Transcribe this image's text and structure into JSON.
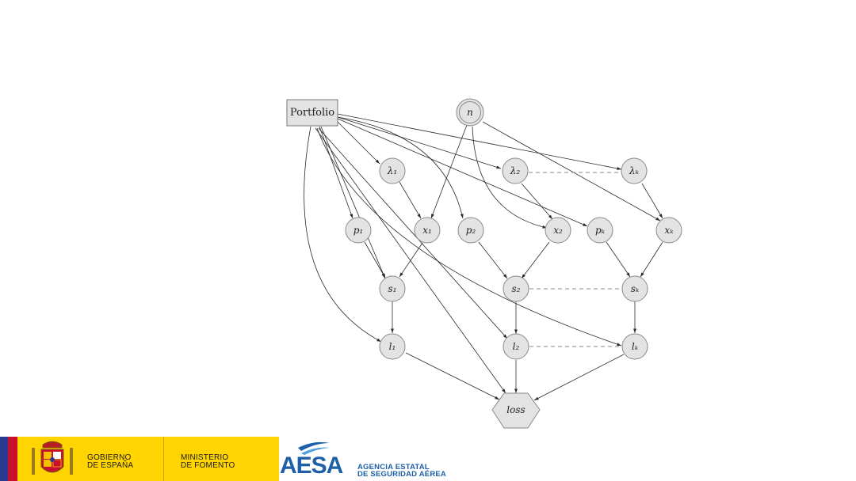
{
  "diagram": {
    "nodes": {
      "portfolio": "Portfolio",
      "n": "n",
      "lambda1": "λ₁",
      "lambda2": "λ₂",
      "lambdak": "λₖ",
      "p1": "p₁",
      "x1": "x₁",
      "p2": "p₂",
      "x2": "x₂",
      "pk": "pₖ",
      "xk": "xₖ",
      "s1": "s₁",
      "s2": "s₂",
      "sk": "sₖ",
      "l1": "l₁",
      "l2": "l₂",
      "lk": "lₖ",
      "loss": "loss"
    }
  },
  "footer": {
    "gov_line1": "GOBIERNO",
    "gov_line2": "DE ESPAÑA",
    "ministry_line1": "MINISTERIO",
    "ministry_line2": "DE FOMENTO",
    "aesa_name": "AESA",
    "aesa_line1": "AGENCIA ESTATAL",
    "aesa_line2": "DE SEGURIDAD AÉREA",
    "colors": {
      "gov_yellow": "#ffd400",
      "aesa_blue": "#1d5fa8",
      "node_fill": "#e3e3e3"
    }
  }
}
